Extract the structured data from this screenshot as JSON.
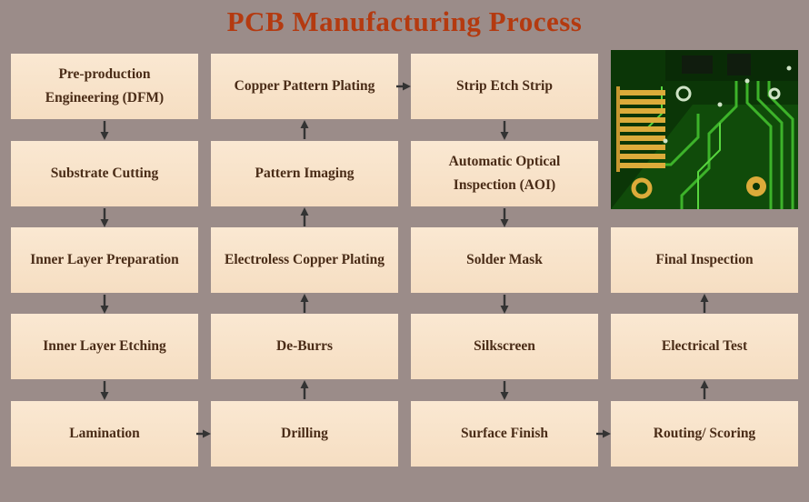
{
  "title": "PCB Manufacturing Process",
  "columns": {
    "col1": {
      "direction": "down",
      "items": [
        "Pre-production Engineering (DFM)",
        "Substrate Cutting",
        "Inner Layer Preparation",
        "Inner Layer Etching",
        "Lamination"
      ]
    },
    "col2": {
      "direction": "up",
      "items": [
        "Copper Pattern Plating",
        "Pattern Imaging",
        "Electroless Copper Plating",
        "De-Burrs",
        "Drilling"
      ]
    },
    "col3": {
      "direction": "down",
      "items": [
        "Strip Etch Strip",
        "Automatic Optical Inspection (AOI)",
        "Solder Mask",
        "Silkscreen",
        "Surface Finish"
      ]
    },
    "col4": {
      "direction": "up",
      "items": [
        "Final Inspection",
        "Electrical Test",
        "Routing/ Scoring"
      ]
    }
  },
  "connectors": [
    "Lamination -> Drilling",
    "Copper Pattern Plating -> Strip Etch Strip",
    "Surface Finish -> Routing/ Scoring"
  ],
  "colors": {
    "background": "#9b8c89",
    "box_background": "#f6dec2",
    "box_text": "#4a2c17",
    "title": "#b43a10",
    "arrow": "#333333"
  }
}
